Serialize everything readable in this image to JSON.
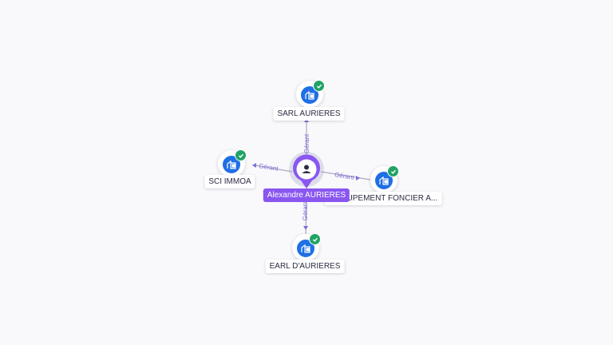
{
  "center": {
    "name": "Alexandre AURIERES",
    "icon": "user-icon",
    "color": "#8a56f0"
  },
  "companies": [
    {
      "id": "sarl",
      "name": "SARL AURIERES",
      "relation": "Gérant",
      "icon": "building-icon",
      "status": "verified-check-icon"
    },
    {
      "id": "sci",
      "name": "SCI IMMOA",
      "relation": "Gérant",
      "icon": "building-icon",
      "status": "verified-check-icon"
    },
    {
      "id": "groupement",
      "name": "GROUPEMENT FONCIER A...",
      "relation": "Gérant",
      "icon": "building-icon",
      "status": "verified-check-icon"
    },
    {
      "id": "earl",
      "name": "EARL D'AURIERES",
      "relation": "Gérant",
      "icon": "building-icon",
      "status": "verified-check-icon"
    }
  ],
  "colors": {
    "building": "#1f6fe5",
    "verified": "#21a366",
    "edge_label": "#7b6fd6"
  }
}
